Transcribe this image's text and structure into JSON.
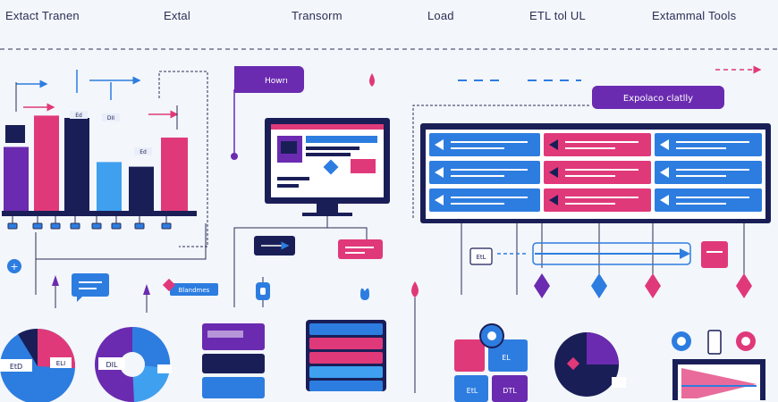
{
  "header": {
    "col1": "Extact Tranen",
    "col2": "Extal",
    "col3": "Transorm",
    "col4": "Load",
    "col5": "ETL tol UL",
    "col6": "Extammal Tools"
  },
  "flow": {
    "callout_label": "Howrı",
    "table_title": "Expolaco clatlly",
    "chip_label": "Blandmes"
  },
  "bars": {
    "labels": [
      "Ed",
      "DII",
      "Ed"
    ],
    "heights": [
      0.55,
      0.82,
      0.8,
      0.42,
      0.38
    ]
  },
  "bottom": {
    "pie_left_label": "EtD",
    "pie_left_tag": "ELI",
    "donut_label": "DIL",
    "load_tags": [
      "EtL",
      "EL",
      "DTL"
    ]
  },
  "colors": {
    "navy": "#1a1e57",
    "blue": "#2d7de0",
    "pink": "#e0397a",
    "purple": "#6a2bb0",
    "light_blue": "#3ea0ef"
  }
}
